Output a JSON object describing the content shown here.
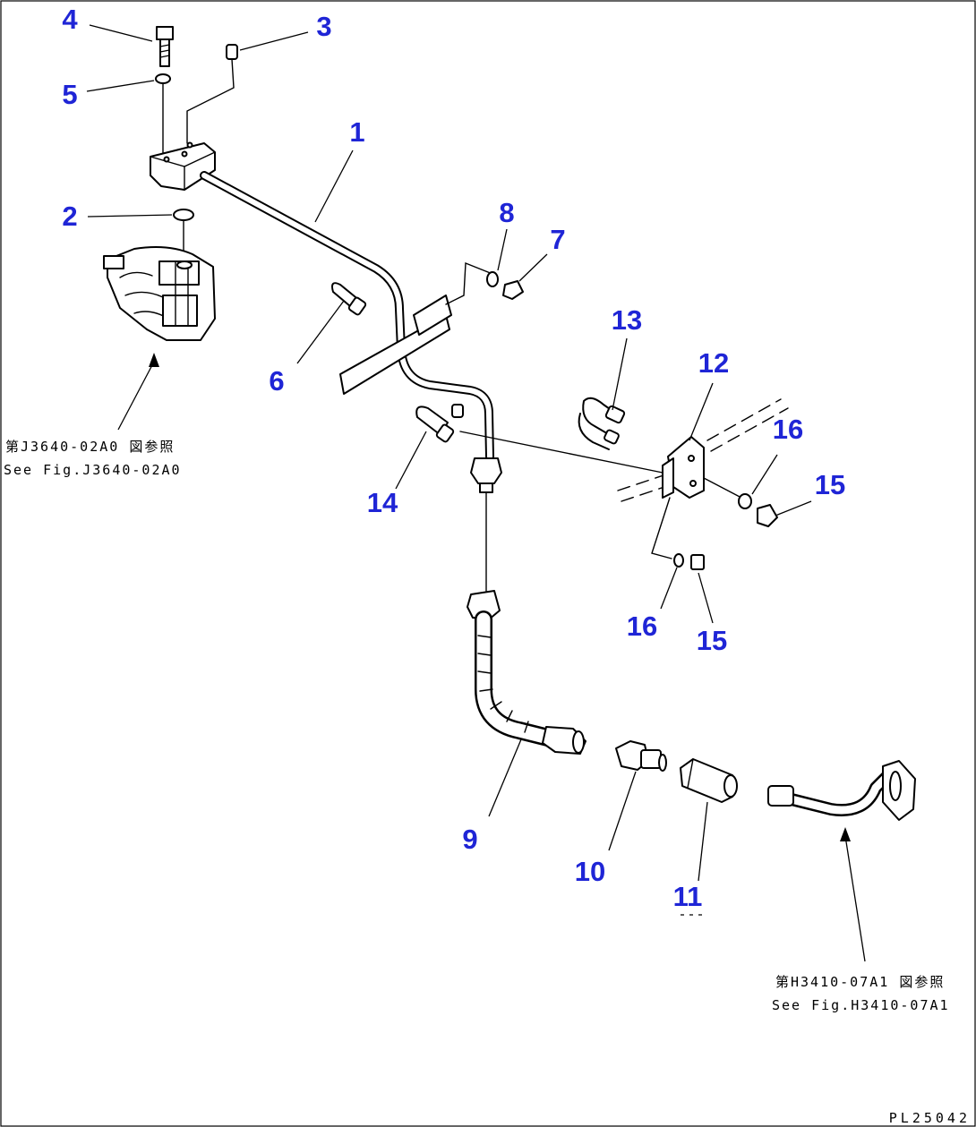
{
  "callouts": {
    "c1": "1",
    "c2": "2",
    "c3": "3",
    "c4": "4",
    "c5": "5",
    "c6": "6",
    "c7": "7",
    "c8": "8",
    "c9": "9",
    "c10": "10",
    "c11": "11",
    "c12": "12",
    "c13": "13",
    "c14": "14",
    "c15a": "15",
    "c15b": "15",
    "c16a": "16",
    "c16b": "16"
  },
  "references": {
    "left_jp": "第J3640-02A0 図参照",
    "left_en": "See Fig.J3640-02A0",
    "right_jp": "第H3410-07A1 図参照",
    "right_en": "See Fig.H3410-07A1"
  },
  "drawing_code": "PL25042"
}
